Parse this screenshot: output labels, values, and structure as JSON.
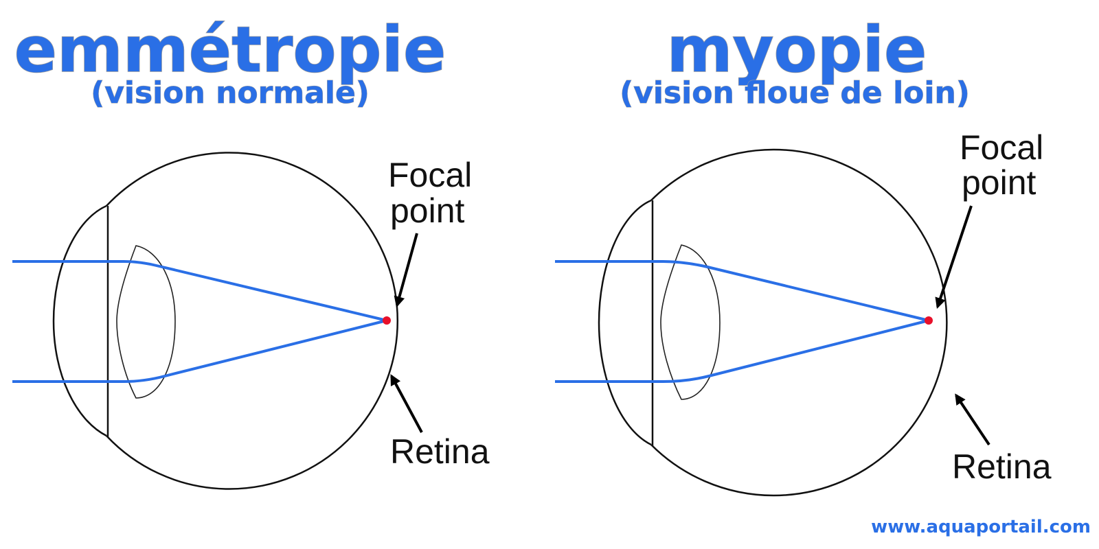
{
  "panels": [
    {
      "title": "emmétropie",
      "subtitle": "(vision normale)",
      "focal_label_line1": "Focal",
      "focal_label_line2": "point",
      "retina_label": "Retina"
    },
    {
      "title": "myopie",
      "subtitle": "(vision floue de loin)",
      "focal_label_line1": "Focal",
      "focal_label_line2": "point",
      "retina_label": "Retina"
    }
  ],
  "watermark": "www.aquaportail.com",
  "colors": {
    "title": "#2a6fe6",
    "light_ray": "#2a6fe6",
    "focal_point": "#e8102a",
    "outline": "#111111"
  }
}
